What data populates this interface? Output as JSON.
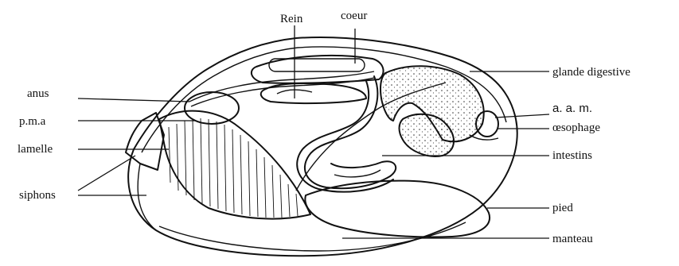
{
  "diagram": {
    "labels": {
      "rein": "Rein",
      "coeur": "coeur",
      "anus": "anus",
      "pma": "p.m.a",
      "lamelle": "lamelle",
      "siphons": "siphons",
      "glande_digestive": "glande digestive",
      "aam": "a. a. m.",
      "oesophage": "œsophage",
      "intestins": "intestins",
      "pied": "pied",
      "manteau": "manteau"
    }
  }
}
